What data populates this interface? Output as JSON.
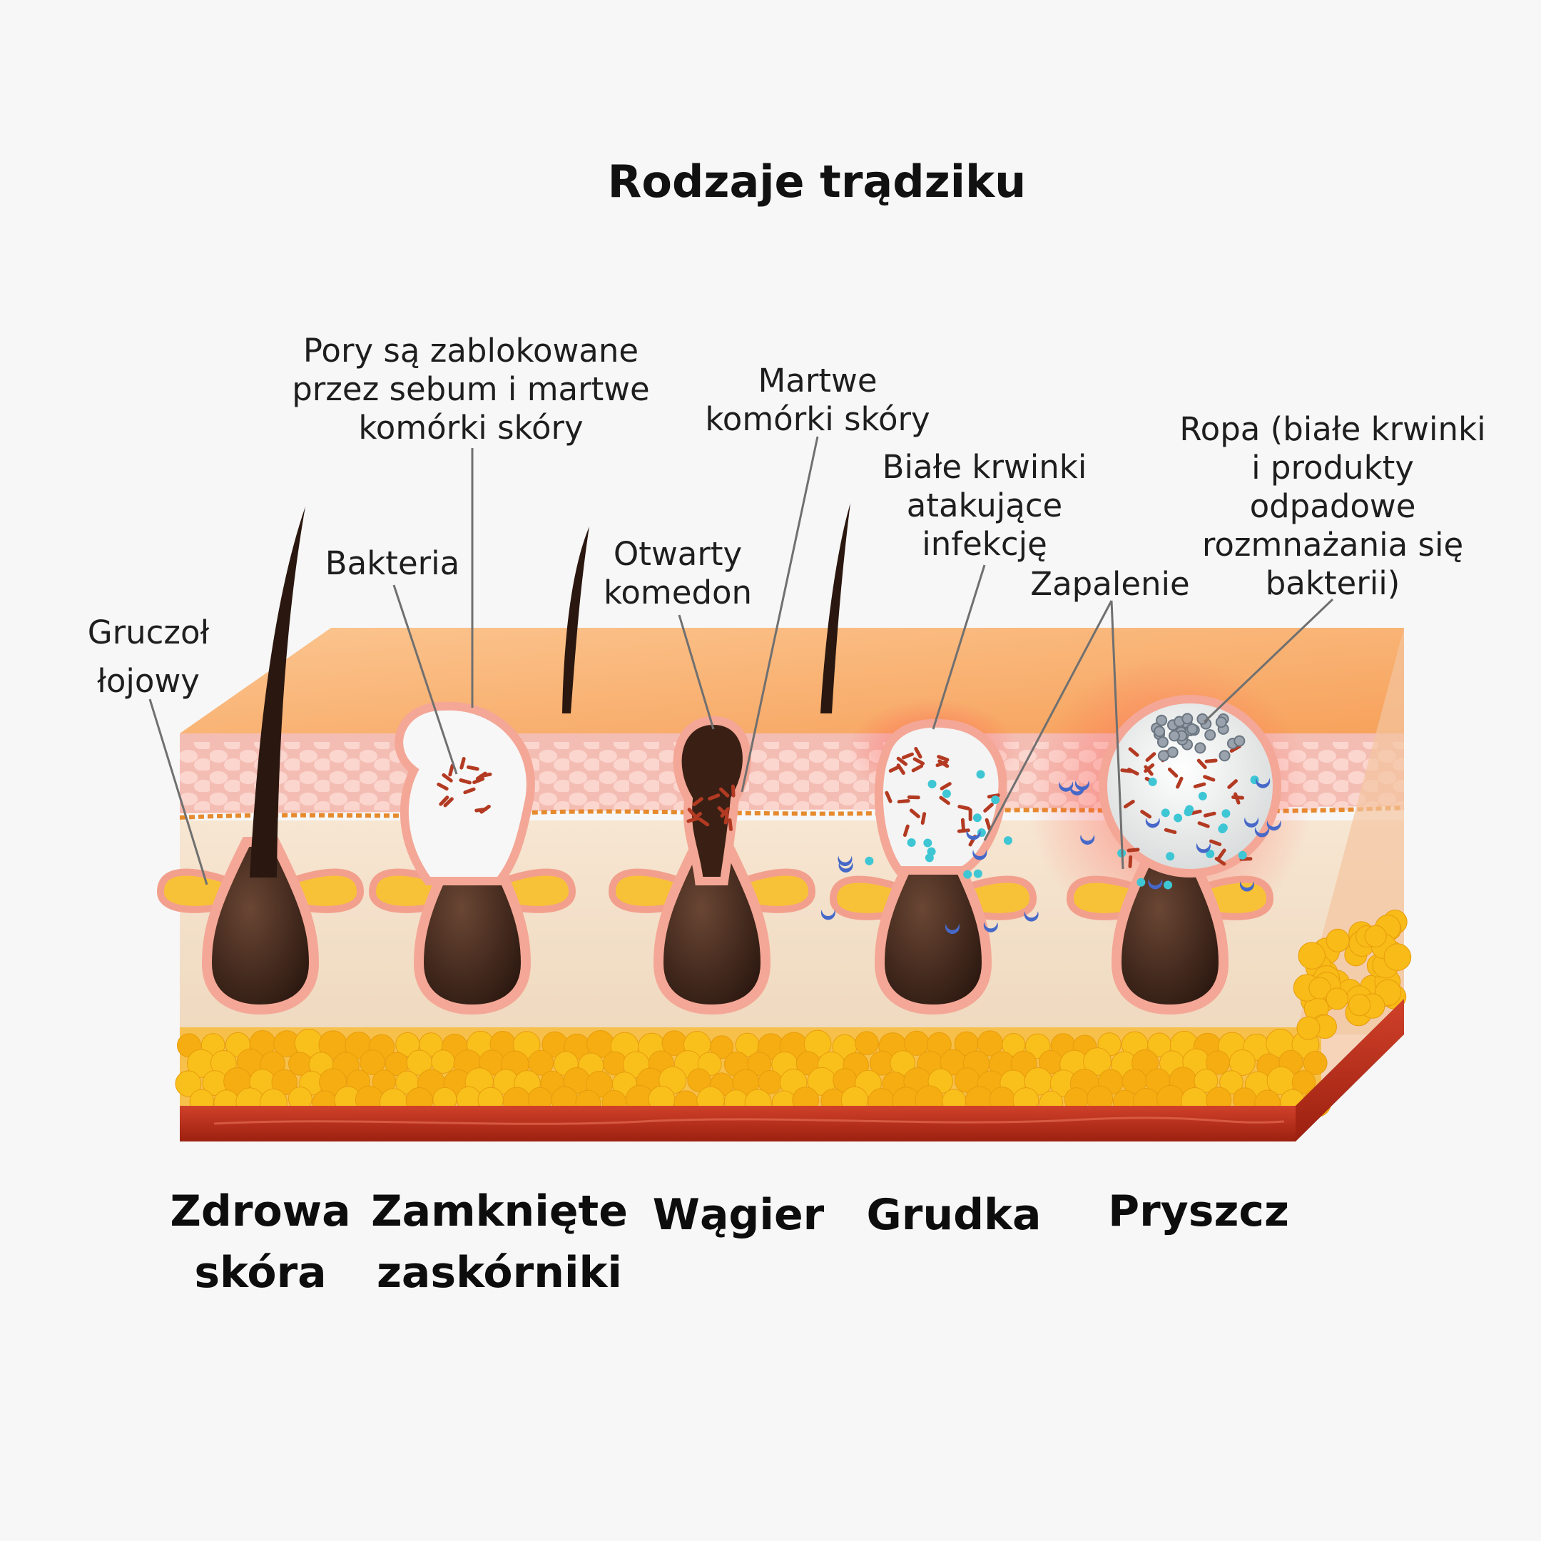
{
  "title": "Rodzaje trądziku",
  "annotations": {
    "sebaceous_gland": [
      "Gruczoł",
      "łojowy"
    ],
    "bacteria": [
      "Bakteria"
    ],
    "pores_blocked": [
      "Pory są zablokowane",
      "przez sebum i martwe",
      "komórki skóry"
    ],
    "open_comedone": [
      "Otwarty",
      "komedon"
    ],
    "dead_skin_cells": [
      "Martwe",
      "komórki skóry"
    ],
    "white_blood_cells": [
      "Białe krwinki",
      "atakujące",
      "infekcję"
    ],
    "inflammation": [
      "Zapalenie"
    ],
    "pus": [
      "Ropa (białe krwinki",
      "i produkty",
      "odpadowe",
      "rozmnażania się",
      "bakterii)"
    ]
  },
  "stages": {
    "healthy": [
      "Zdrowa",
      "skóra"
    ],
    "closed_comedones": [
      "Zamknięte",
      "zaskórniki"
    ],
    "blackhead": [
      "Wągier"
    ],
    "papule": [
      "Grudka"
    ],
    "pimple": [
      "Pryszcz"
    ]
  },
  "colors": {
    "epidermis": "#f7b57a",
    "dermis": "#f2e0c8",
    "cell_layer": "#f6c4bc",
    "fat": "#f6b820",
    "muscle": "#b62a15",
    "follicle": "#3b2418",
    "sebum": "#f7c237",
    "bacteria": "#b33a22",
    "white_cells": "#3ec6d4",
    "leader_line": "#6e6e6e"
  }
}
